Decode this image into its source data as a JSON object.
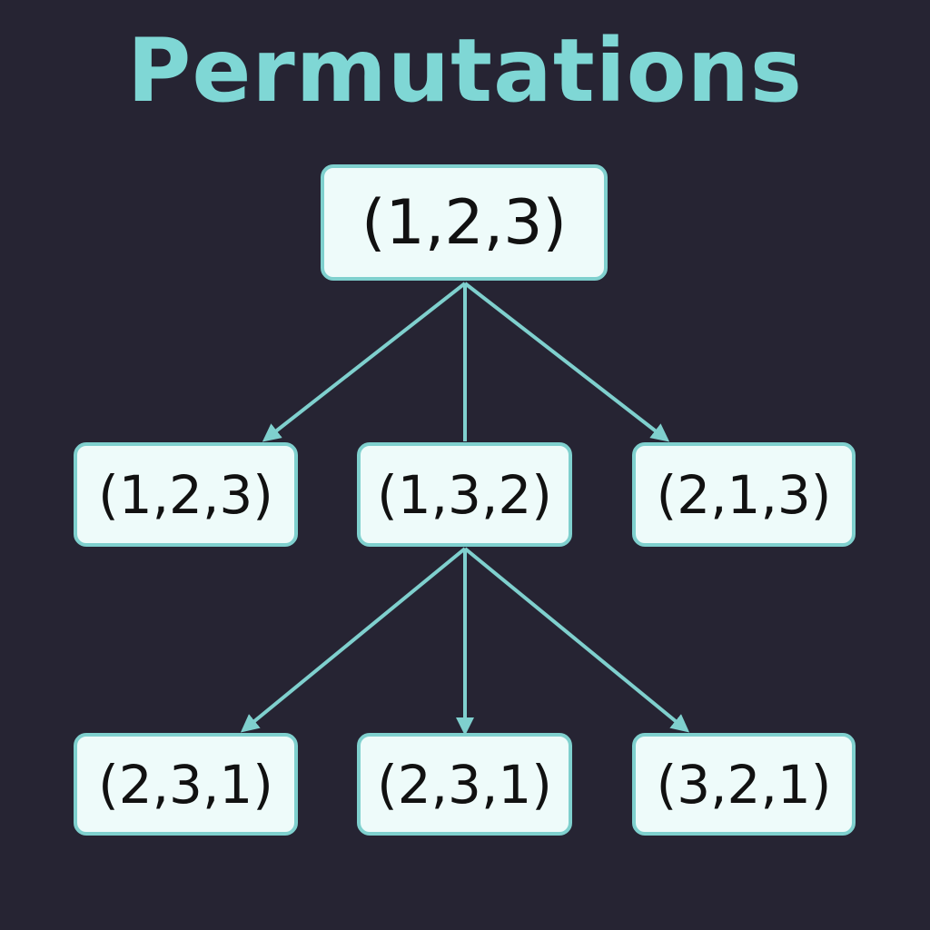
{
  "title": "Permutations",
  "colors": {
    "background": "#262433",
    "accent": "#7fd7d5",
    "node_fill": "#eefbfa",
    "node_border": "#7fd0ce",
    "edge": "#7fd0ce",
    "text": "#111111"
  },
  "tree": {
    "root": {
      "label": "(1,2,3)"
    },
    "level1": [
      {
        "label": "(1,2,3)"
      },
      {
        "label": "(1,3,2)"
      },
      {
        "label": "(2,1,3)"
      }
    ],
    "level2": [
      {
        "label": "(2,3,1)"
      },
      {
        "label": "(2,3,1)"
      },
      {
        "label": "(3,2,1)"
      }
    ]
  },
  "edges": [
    {
      "from": "root",
      "to": "level1.0"
    },
    {
      "from": "root",
      "to": "level1.1"
    },
    {
      "from": "root",
      "to": "level1.2"
    },
    {
      "from": "level1.1",
      "to": "level2.0"
    },
    {
      "from": "level1.1",
      "to": "level2.1"
    },
    {
      "from": "level1.1",
      "to": "level2.2"
    }
  ]
}
